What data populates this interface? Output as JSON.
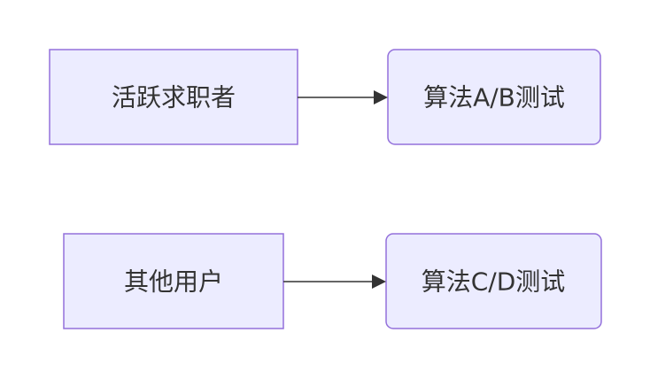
{
  "nodes": {
    "active_job_seekers": {
      "label": "活跃求职者"
    },
    "ab_test": {
      "label": "算法A/B测试"
    },
    "other_users": {
      "label": "其他用户"
    },
    "cd_test": {
      "label": "算法C/D测试"
    }
  },
  "colors": {
    "node_fill": "#ECECFF",
    "node_stroke": "#9370DB",
    "edge": "#333333",
    "text": "#333333"
  }
}
